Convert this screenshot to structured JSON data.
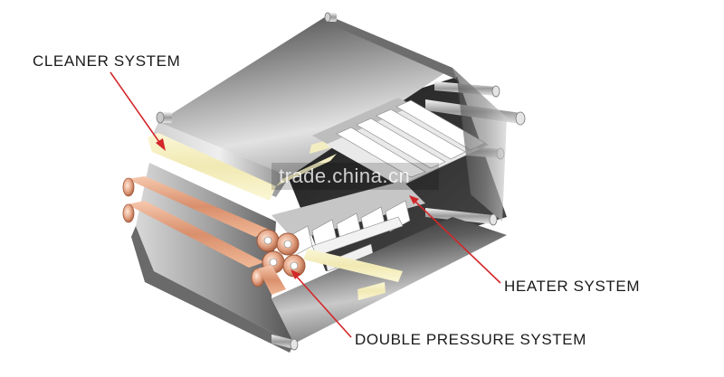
{
  "labels": {
    "cleaner": "CLEANER SYSTEM",
    "heater": "HEATER SYSTEM",
    "double_pressure": "DOUBLE PRESSURE SYSTEM"
  },
  "watermark": "trade.china.cn",
  "colors": {
    "arrow": "#d3272a",
    "belt_dark": "#2b2b2b",
    "belt_light": "#d8d8d8",
    "cleaner_band": "#f3efc0",
    "roller_copper": "#e0a383"
  }
}
